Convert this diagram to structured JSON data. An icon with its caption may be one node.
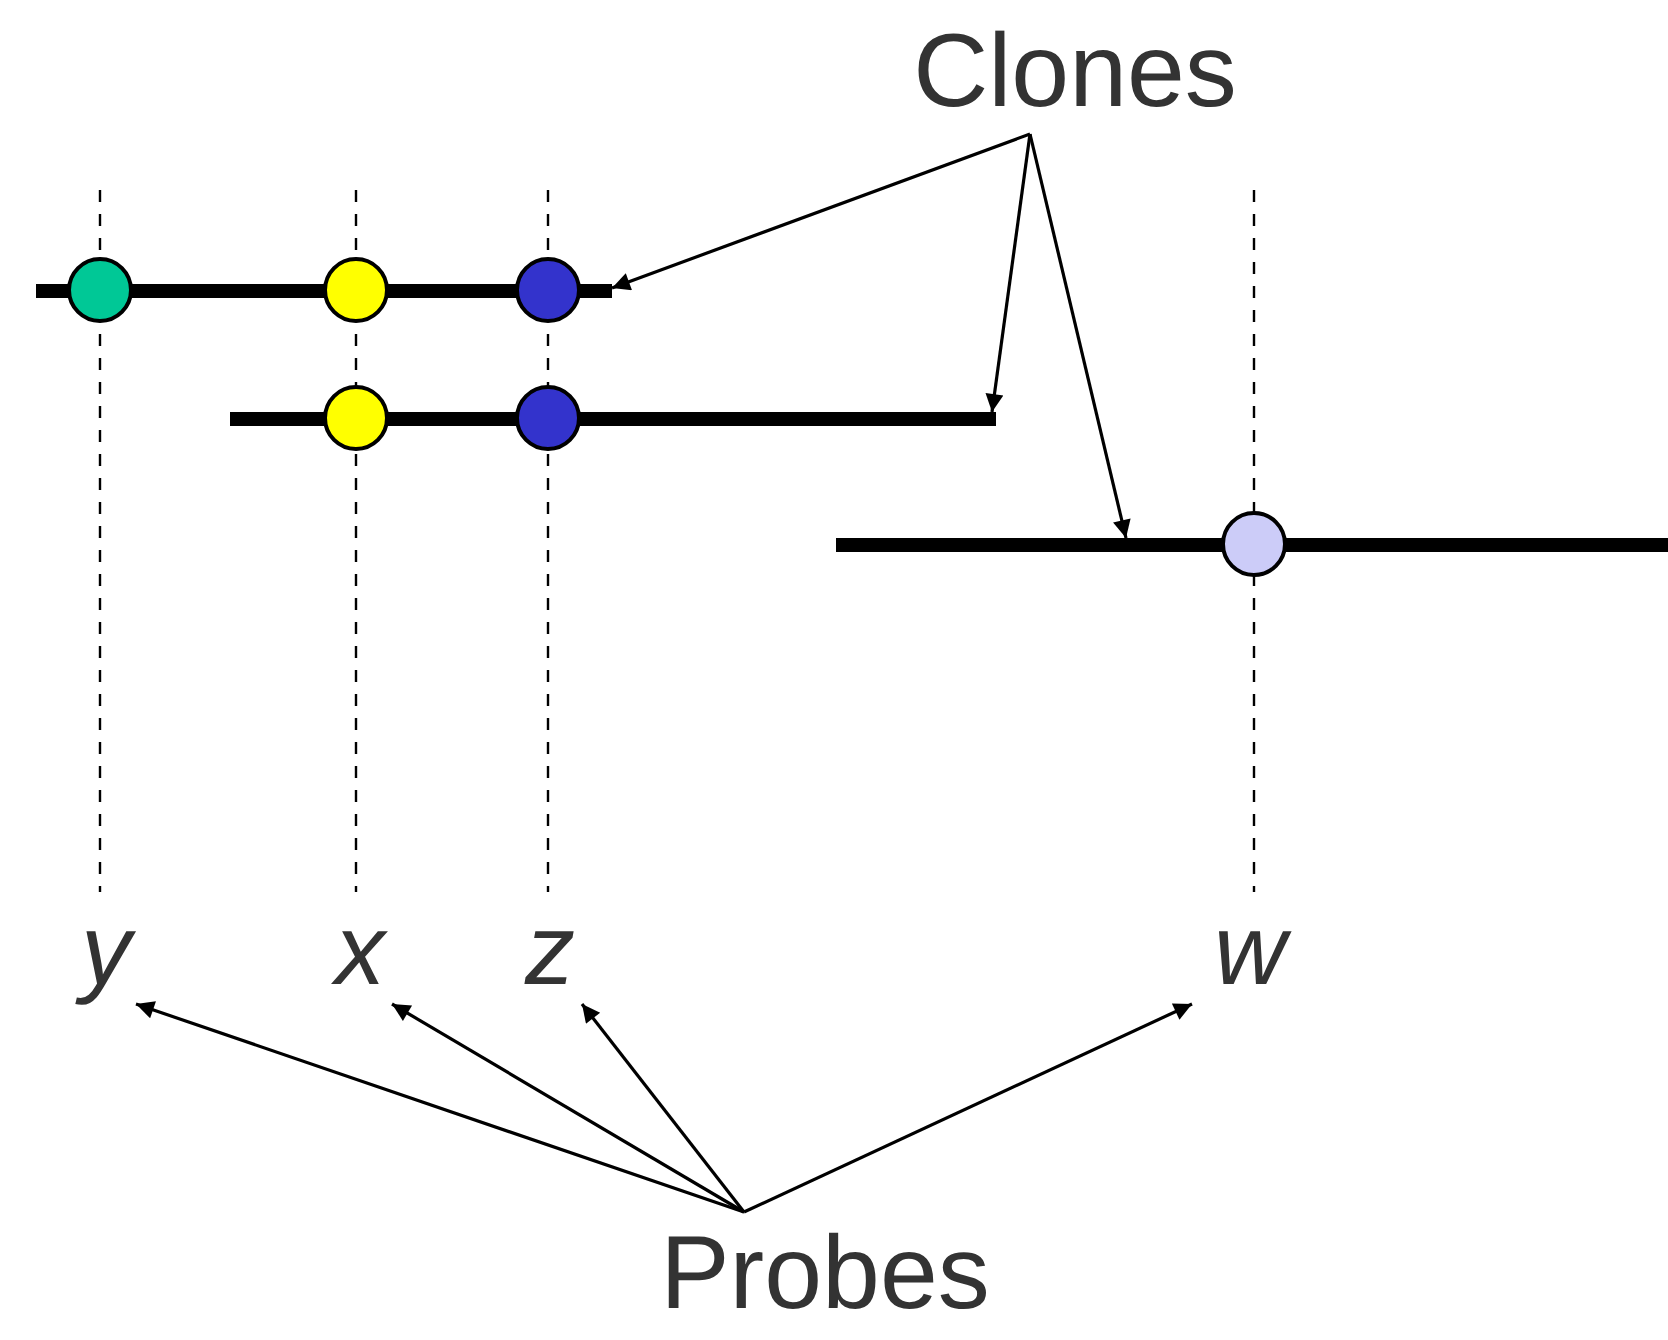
{
  "diagram": {
    "nodes": [
      {
        "text": [
          "Clones"
        ]
      },
      {
        "text": [
          "Probes"
        ]
      },
      {
        "text": [],
        "shape": "bar"
      },
      {
        "text": [],
        "shape": "bar"
      },
      {
        "text": [],
        "shape": "bar"
      },
      {
        "text": [
          "y"
        ]
      },
      {
        "text": [
          "x"
        ]
      },
      {
        "text": [
          "z"
        ]
      },
      {
        "text": [
          "w"
        ]
      }
    ],
    "edges": [
      {
        "from": 0,
        "to": 2,
        "arrow": "to"
      },
      {
        "from": 0,
        "to": 3,
        "arrow": "to"
      },
      {
        "from": 0,
        "to": 4,
        "arrow": "to"
      },
      {
        "from": 1,
        "to": 5,
        "arrow": "to"
      },
      {
        "from": 1,
        "to": 6,
        "arrow": "to"
      },
      {
        "from": 1,
        "to": 7,
        "arrow": "to"
      },
      {
        "from": 1,
        "to": 8,
        "arrow": "to"
      }
    ]
  }
}
